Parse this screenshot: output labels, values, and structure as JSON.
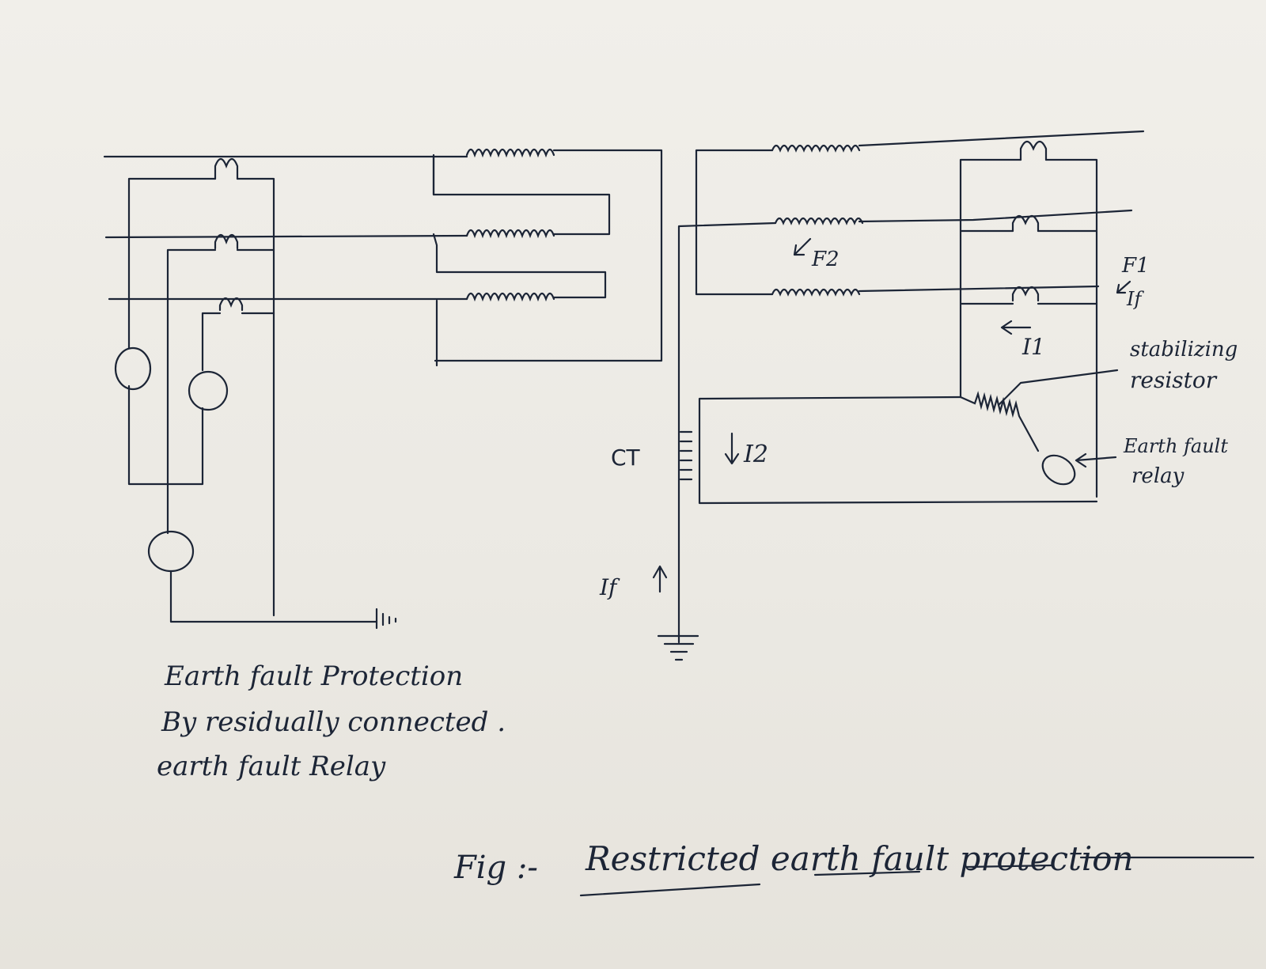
{
  "labels": {
    "f2": "F2",
    "f1": "F1",
    "if_right": "If",
    "i1": "I1",
    "i2": "I2",
    "ct": "CT",
    "if_bottom": "If",
    "stabilizing_line1": "stabilizing",
    "stabilizing_line2": "resistor",
    "earth_relay_line1": "Earth fault",
    "earth_relay_line2": "relay"
  },
  "caption_left": {
    "line1": "Earth fault Protection",
    "line2": "By residually connected .",
    "line3": "earth fault Relay"
  },
  "figure_caption": {
    "prefix": "Fig :-",
    "title": "Restricted earth fault protection"
  },
  "colors": {
    "ink": "#1c2536",
    "paper": "#f1efea"
  }
}
